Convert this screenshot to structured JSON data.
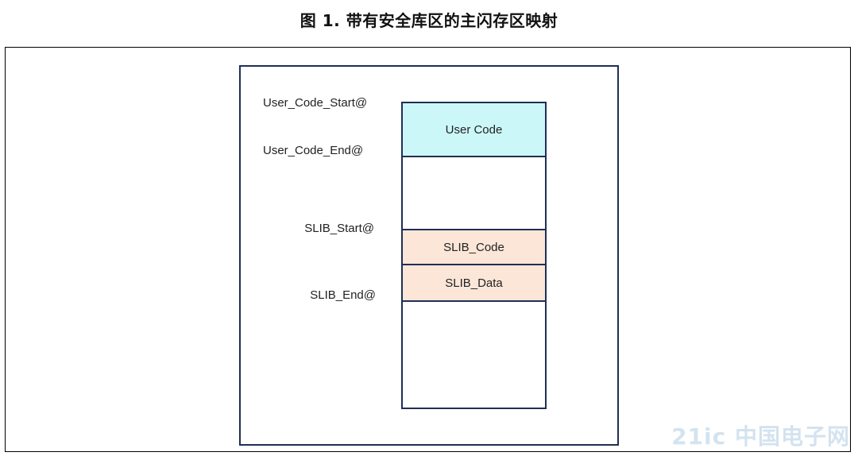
{
  "figure": {
    "title": "图 1.  带有安全库区的主闪存区映射"
  },
  "address_labels": {
    "user_code_start": "User_Code_Start@",
    "user_code_end": "User_Code_End@",
    "slib_start": "SLIB_Start@",
    "slib_end": "SLIB_End@"
  },
  "regions": {
    "user_code": "User Code",
    "slib_code": "SLIB_Code",
    "slib_data": "SLIB_Data"
  },
  "colors": {
    "user_code_fill": "#ccf7f8",
    "slib_fill": "#fbe6d8",
    "border": "#1f2f54"
  },
  "watermark": "21ic 中国电子网"
}
